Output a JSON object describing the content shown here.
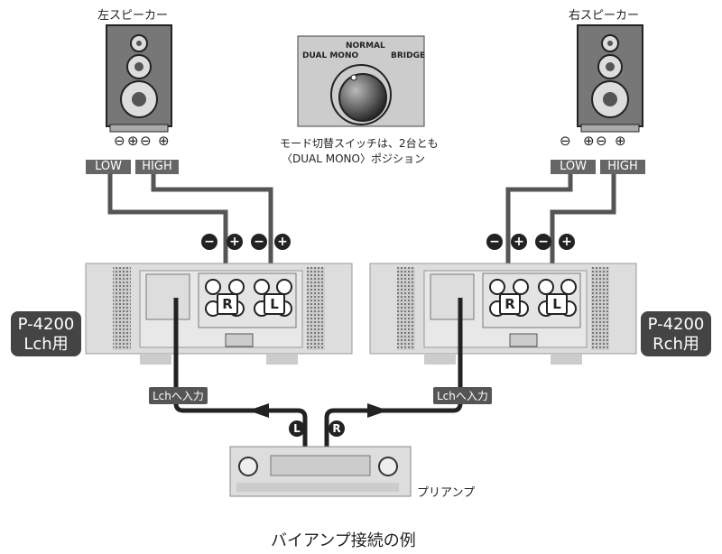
{
  "speakers": {
    "left_title": "左スピーカー",
    "right_title": "右スピーカー",
    "low_label": "LOW",
    "high_label": "HIGH",
    "terminal_minus": "⊖",
    "terminal_plus": "⊕"
  },
  "mode_switch": {
    "normal": "NORMAL",
    "dual_mono": "DUAL MONO",
    "bridge": "BRIDGE",
    "caption_line1": "モード切替スイッチは、2台とも",
    "caption_line2": "〈DUAL MONO〉ポジション"
  },
  "amp_terminal_symbols": [
    "−",
    "+",
    "−",
    "+"
  ],
  "amps": [
    {
      "model": "P-4200",
      "channel": "Lch用",
      "input_tag": "Lchへ入力",
      "terminal_r": "R",
      "terminal_l": "L"
    },
    {
      "model": "P-4200",
      "channel": "Rch用",
      "input_tag": "Lchへ入力",
      "terminal_r": "R",
      "terminal_l": "L"
    }
  ],
  "preamp": {
    "label": "プリアンプ",
    "out_l": "L",
    "out_r": "R"
  },
  "caption": "バイアンプ接続の例",
  "colors": {
    "cable": "#222222",
    "speaker_cable": "#555555",
    "chassis": "#d9d9d9",
    "label_bg": "#444444"
  }
}
